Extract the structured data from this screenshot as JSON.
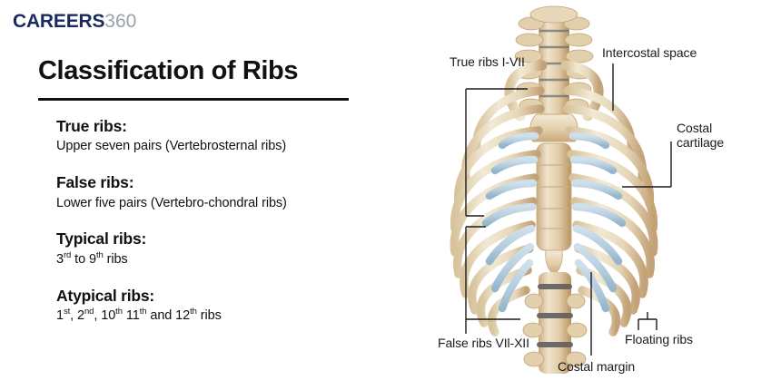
{
  "brand": {
    "name_bold": "CAREERS",
    "name_light": "360",
    "color_bold": "#1b2a5e",
    "color_light": "#9aa0a8"
  },
  "page": {
    "title": "Classification of Ribs",
    "background": "#ffffff"
  },
  "classification": [
    {
      "term": "True ribs:",
      "description": "Upper seven pairs (Vertebrosternal ribs)"
    },
    {
      "term": "False ribs:",
      "description": "Lower five pairs (Vertebro-chondral ribs)"
    },
    {
      "term": "Typical ribs:",
      "description_html": "3<sup>rd</sup> to 9<sup>th</sup> ribs"
    },
    {
      "term": "Atypical ribs:",
      "description_html": "1<sup>st</sup>, 2<sup>nd</sup>, 10<sup>th</sup> 11<sup>th</sup> and 12<sup>th</sup> ribs"
    }
  ],
  "diagram": {
    "subject": "human-rib-cage-anterior-view",
    "labels": {
      "true_ribs": "True ribs I-VII",
      "intercostal_space": "Intercostal space",
      "costal_cartilage": "Costal\ncartilage",
      "false_ribs": "False ribs VIl-XII",
      "floating_ribs": "Floating ribs",
      "costal_margin": "Costal margin"
    },
    "colors": {
      "bone_light": "#efe6d2",
      "bone_mid": "#e3d3b2",
      "bone_shadow": "#c9a87c",
      "bone_dark": "#b08f64",
      "cartilage": "#b8cfe0",
      "cartilage_dark": "#9ab9cf",
      "disc": "#6b6b6b",
      "leader_line": "#1a1a1a"
    }
  }
}
